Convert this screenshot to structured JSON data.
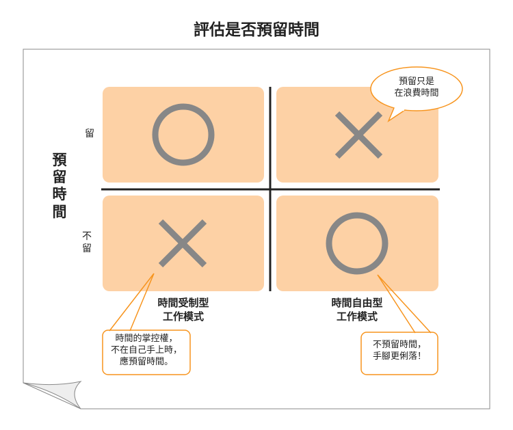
{
  "title": "評估是否預留時間",
  "y_axis_label": "預留時間",
  "rows": {
    "top": "留",
    "bottom": "不留"
  },
  "columns": {
    "left": "時間受制型\n工作模式",
    "right": "時間自由型\n工作模式"
  },
  "quadrants": [
    {
      "position": "top-left",
      "mark": "circle-icon"
    },
    {
      "position": "top-right",
      "mark": "cross-icon"
    },
    {
      "position": "bottom-left",
      "mark": "cross-icon"
    },
    {
      "position": "bottom-right",
      "mark": "circle-icon"
    }
  ],
  "callouts": {
    "top_right": "預留只是\n在浪費時間",
    "bottom_left": "時間的掌控權，\n不在自己手上時，\n應預留時間。",
    "bottom_right": "不預留時間，\n手腳更俐落！"
  },
  "colors": {
    "quadrant": "#fdd1a5",
    "accent": "#f7941d",
    "mark": "#878787",
    "axis": "#222222"
  }
}
